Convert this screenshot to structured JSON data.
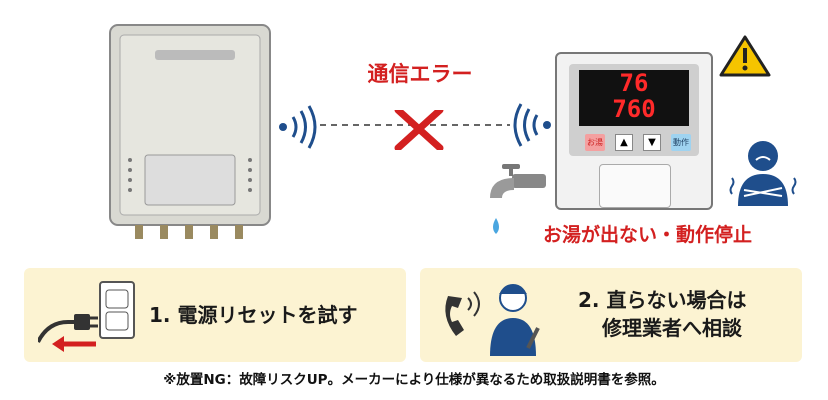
{
  "error_label": "通信エラー",
  "issue_label": "お湯が出ない・動作停止",
  "remote": {
    "display_top": "76",
    "display_bottom": "760",
    "btn_hot": "お湯",
    "btn_run": "動作"
  },
  "steps": [
    {
      "label": "1. 電源リセットを試す"
    },
    {
      "line1": "2. 直らない場合は",
      "line2": "修理業者へ相談"
    }
  ],
  "footnote": "※放置NG：故障リスクUP。メーカーにより仕様が異なるため取扱説明書を参照。",
  "colors": {
    "error": "#d32020",
    "card": "#fcf3d2",
    "navy": "#1f4e8c"
  }
}
